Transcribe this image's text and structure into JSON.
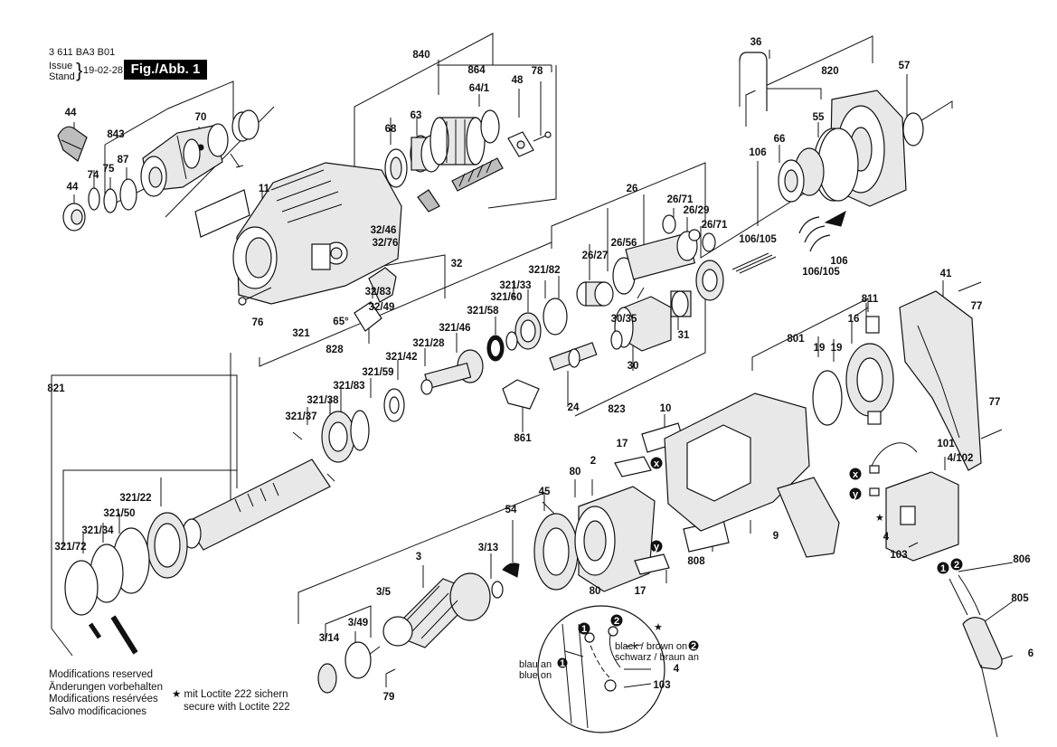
{
  "header": {
    "doc_number": "3 611 BA3 B01",
    "issue_label": "Issue",
    "stand_label": "Stand",
    "date": "19-02-28",
    "figure_label": "Fig./Abb. 1"
  },
  "notes": [
    "Modifications reserved",
    "Änderungen vorbehalten",
    "Modifications resérvées",
    "Salvo modificaciones"
  ],
  "loctite": {
    "line1": "mit Loctite 222 sichern",
    "line2": "secure with Loctite 222"
  },
  "wiring": {
    "blue_de": "blau an",
    "blue_en": "blue on",
    "black_en": "black / brown on",
    "black_de": "schwarz / braun an",
    "marker_1": "1",
    "marker_2": "2",
    "marker_x": "x",
    "marker_y": "y"
  },
  "callouts": [
    "840",
    "864",
    "64/1",
    "48",
    "78",
    "36",
    "820",
    "57",
    "44",
    "843",
    "70",
    "74",
    "75",
    "87",
    "44",
    "68",
    "63",
    "11",
    "66",
    "55",
    "106",
    "26",
    "26/71",
    "26/29",
    "26/71",
    "32/46",
    "32/76",
    "32",
    "106/105",
    "106",
    "106/105",
    "26/27",
    "26/56",
    "321/33",
    "321/82",
    "76",
    "32/83",
    "32/49",
    "65°",
    "828",
    "321/60",
    "321/58",
    "30/35",
    "31",
    "41",
    "77",
    "811",
    "16",
    "801",
    "19",
    "19",
    "321",
    "321/42",
    "321/28",
    "321/46",
    "321/59",
    "30",
    "24",
    "823",
    "821",
    "321/83",
    "321/38",
    "321/37",
    "861",
    "10",
    "77",
    "101",
    "4/102",
    "17",
    "2",
    "80",
    "45",
    "54",
    "3",
    "3/13",
    "321/22",
    "321/50",
    "321/34",
    "321/72",
    "9",
    "4",
    "103",
    "806",
    "808",
    "80",
    "17",
    "805",
    "3/5",
    "3/49",
    "3/14",
    "79",
    "4",
    "103",
    "6"
  ]
}
